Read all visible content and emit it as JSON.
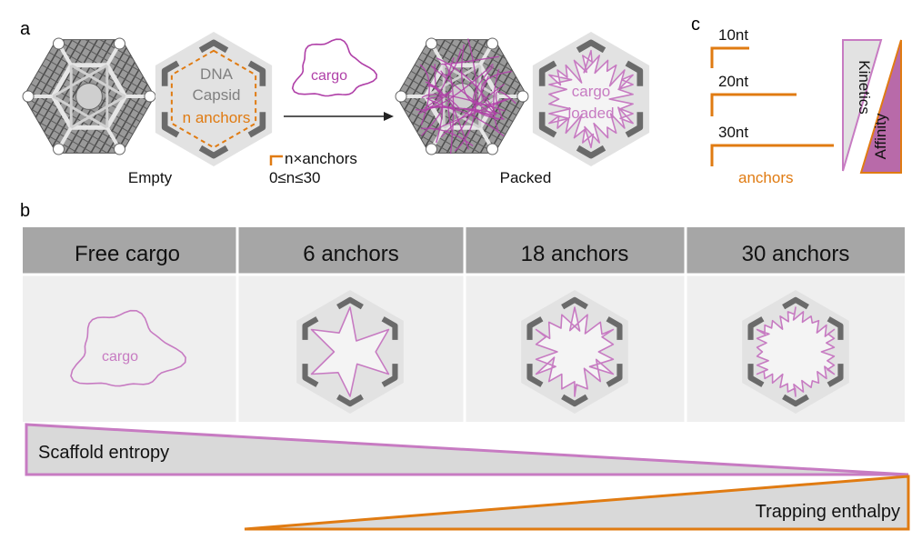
{
  "colors": {
    "orange": "#e07b12",
    "magenta": "#b040a8",
    "pink": "#c77bc2",
    "dark_gray": "#6a6a6a",
    "header_gray": "#a6a6a6",
    "panel_gray": "#efefef",
    "hex_fill": "#e2e2e2",
    "wedge_fill": "#d9d9d9"
  },
  "panel_a": {
    "label": "a",
    "capsid_text_line1": "DNA",
    "capsid_text_line2": "Capsid",
    "anchors_text": "n anchors",
    "cargo_label": "cargo",
    "legend_line1": "n×anchors",
    "legend_line2": "0≤n≤30",
    "loaded_line1": "cargo",
    "loaded_line2": "loaded",
    "empty_caption": "Empty",
    "packed_caption": "Packed"
  },
  "panel_b": {
    "label": "b",
    "columns": [
      "Free cargo",
      "6 anchors",
      "18 anchors",
      "30 anchors"
    ],
    "free_cargo_label": "cargo",
    "entropy_label": "Scaffold entropy",
    "enthalpy_label": "Trapping enthalpy"
  },
  "panel_c": {
    "label": "c",
    "lengths": [
      "10nt",
      "20nt",
      "30nt"
    ],
    "anchors_label": "anchors",
    "kinetics_label": "Kinetics",
    "affinity_label": "Affinity"
  }
}
